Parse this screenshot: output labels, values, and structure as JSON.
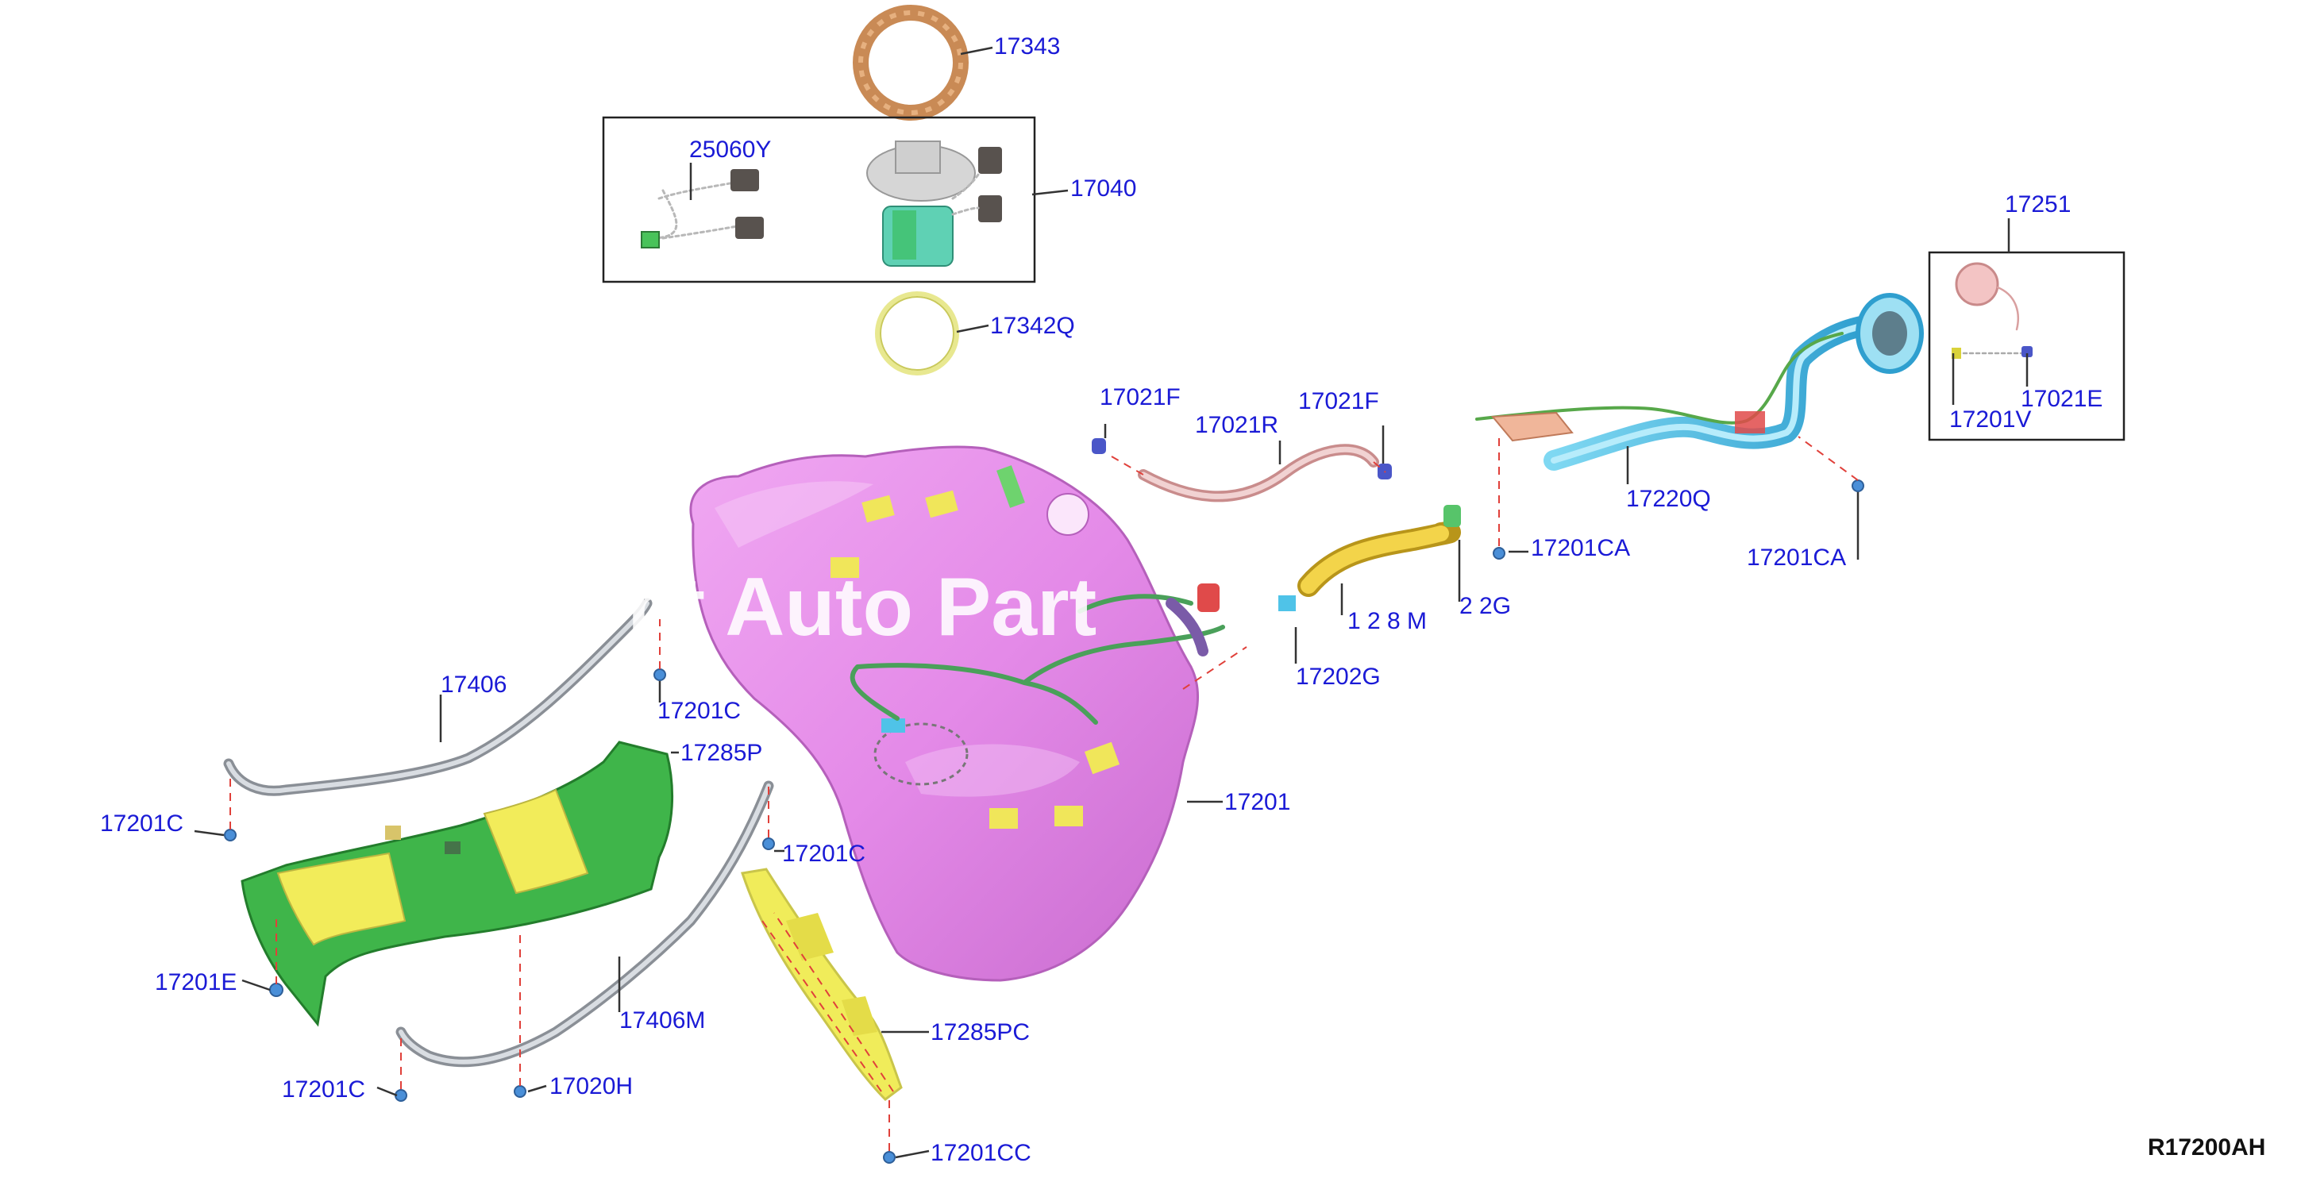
{
  "watermark": "nt Auto Part",
  "diagram_code": "R17200AH",
  "labels": {
    "l17343": "17343",
    "l25060Y": "25060Y",
    "l17040": "17040",
    "l17342Q": "17342Q",
    "l17021F_a": "17021F",
    "l17021F_b": "17021F",
    "l17021R": "17021R",
    "l17251": "17251",
    "l17201V": "17201V",
    "l17021E": "17021E",
    "l17220Q": "17220Q",
    "l17201CA_a": "17201CA",
    "l17201CA_b": "17201CA",
    "l17202G_a": "17202G",
    "l17202G_b": "2 2G",
    "l17228M": "1 2 8 M",
    "l17406": "17406",
    "l17201C_a": "17201C",
    "l17285P": "17285P",
    "l17201C_b": "17201C",
    "l17201C_c": "17201C",
    "l17201": "17201",
    "l17201E": "17201E",
    "l17406M": "17406M",
    "l17285PC": "17285PC",
    "l17201C_d": "17201C",
    "l17020H": "17020H",
    "l17201CC": "17201CC"
  },
  "colors": {
    "tank": "#e48ae8",
    "label_text": "#1a1ad6",
    "guard_green": "#3fb54a",
    "guard_yellow": "#f2ec5a",
    "filler_tube": "#4fc3e8",
    "leader_dash": "#e0403a"
  }
}
